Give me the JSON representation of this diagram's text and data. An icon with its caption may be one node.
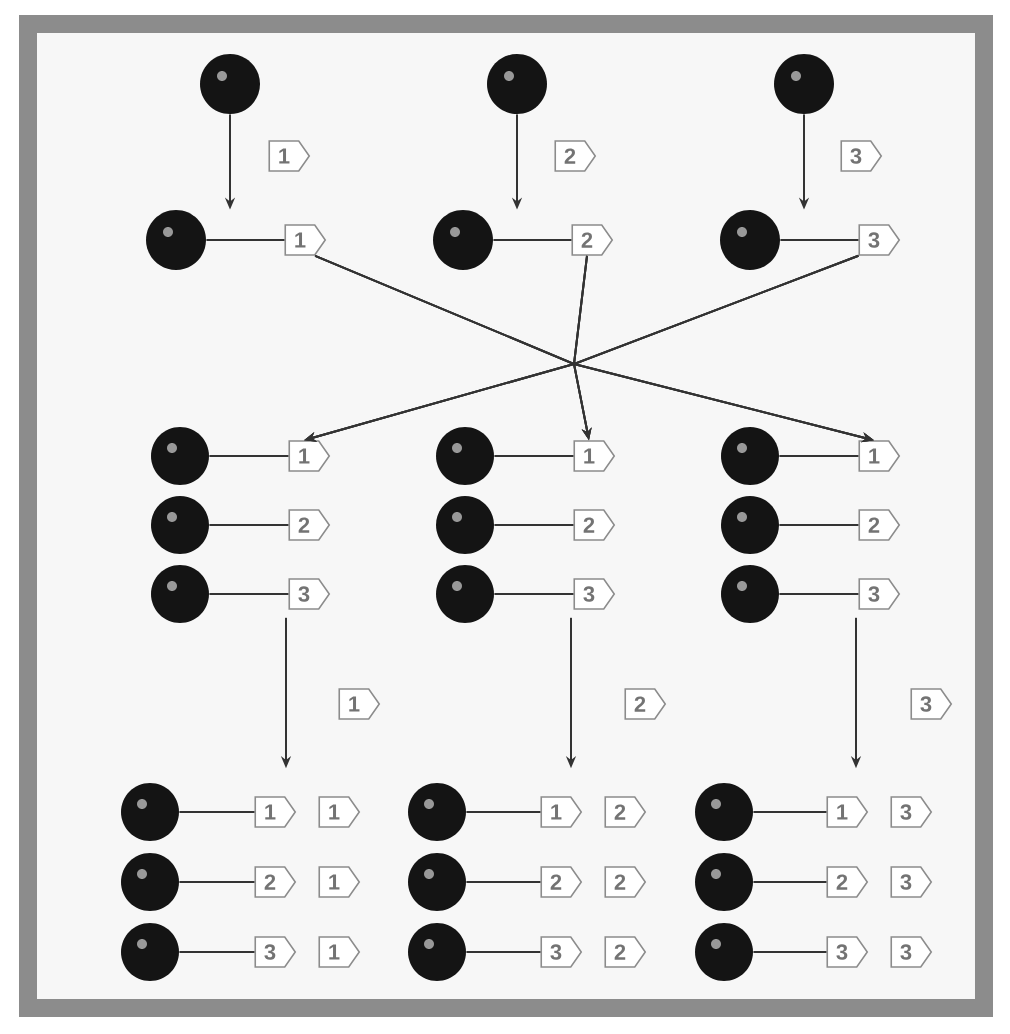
{
  "diagram": {
    "nodes": [
      {
        "text": [],
        "shape": "circle"
      },
      {
        "text": [],
        "shape": "circle"
      },
      {
        "text": [],
        "shape": "circle"
      },
      {
        "text": [],
        "shape": "circle"
      },
      {
        "text": [
          "1"
        ]
      },
      {
        "text": [],
        "shape": "circle"
      },
      {
        "text": [
          "2"
        ]
      },
      {
        "text": [],
        "shape": "circle"
      },
      {
        "text": [
          "3"
        ]
      },
      {
        "text": [],
        "shape": "circle"
      },
      {
        "text": [
          "1"
        ]
      },
      {
        "text": [],
        "shape": "circle"
      },
      {
        "text": [
          "1"
        ]
      },
      {
        "text": [],
        "shape": "circle"
      },
      {
        "text": [
          "1"
        ]
      },
      {
        "text": [],
        "shape": "circle"
      },
      {
        "text": [
          "2"
        ]
      },
      {
        "text": [],
        "shape": "circle"
      },
      {
        "text": [
          "2"
        ]
      },
      {
        "text": [],
        "shape": "circle"
      },
      {
        "text": [
          "2"
        ]
      },
      {
        "text": [],
        "shape": "circle"
      },
      {
        "text": [
          "3"
        ]
      },
      {
        "text": [],
        "shape": "circle"
      },
      {
        "text": [
          "3"
        ]
      },
      {
        "text": [],
        "shape": "circle"
      },
      {
        "text": [
          "3"
        ]
      },
      {
        "text": [],
        "shape": "circle"
      },
      {
        "text": [
          "1"
        ]
      },
      {
        "text": [
          "1"
        ]
      },
      {
        "text": [],
        "shape": "circle"
      },
      {
        "text": [
          "1"
        ]
      },
      {
        "text": [
          "2"
        ]
      },
      {
        "text": [],
        "shape": "circle"
      },
      {
        "text": [
          "1"
        ]
      },
      {
        "text": [
          "3"
        ]
      },
      {
        "text": [],
        "shape": "circle"
      },
      {
        "text": [
          "2"
        ]
      },
      {
        "text": [
          "1"
        ]
      },
      {
        "text": [],
        "shape": "circle"
      },
      {
        "text": [
          "2"
        ]
      },
      {
        "text": [
          "2"
        ]
      },
      {
        "text": [],
        "shape": "circle"
      },
      {
        "text": [
          "2"
        ]
      },
      {
        "text": [
          "3"
        ]
      },
      {
        "text": [],
        "shape": "circle"
      },
      {
        "text": [
          "3"
        ]
      },
      {
        "text": [
          "1"
        ]
      },
      {
        "text": [],
        "shape": "circle"
      },
      {
        "text": [
          "3"
        ]
      },
      {
        "text": [
          "2"
        ]
      },
      {
        "text": [],
        "shape": "circle"
      },
      {
        "text": [
          "3"
        ]
      },
      {
        "text": [
          "3"
        ]
      },
      {
        "text": [
          "1"
        ]
      },
      {
        "text": [
          "2"
        ]
      },
      {
        "text": [
          "3"
        ]
      },
      {
        "text": [
          "1"
        ]
      },
      {
        "text": [
          "2"
        ]
      },
      {
        "text": [
          "3"
        ]
      }
    ],
    "edges": [
      {
        "from": 0,
        "to": 3,
        "arrow": "to"
      },
      {
        "from": 1,
        "to": 5,
        "arrow": "to"
      },
      {
        "from": 2,
        "to": 7,
        "arrow": "to"
      },
      {
        "from": 3,
        "to": 4,
        "arrow": "none"
      },
      {
        "from": 5,
        "to": 6,
        "arrow": "none"
      },
      {
        "from": 7,
        "to": 8,
        "arrow": "none"
      },
      {
        "from": 4,
        "to": 10,
        "arrow": "to"
      },
      {
        "from": 4,
        "to": 12,
        "arrow": "to"
      },
      {
        "from": 4,
        "to": 14,
        "arrow": "to"
      },
      {
        "from": 6,
        "to": 10,
        "arrow": "to"
      },
      {
        "from": 6,
        "to": 12,
        "arrow": "to"
      },
      {
        "from": 6,
        "to": 14,
        "arrow": "to"
      },
      {
        "from": 8,
        "to": 10,
        "arrow": "to"
      },
      {
        "from": 8,
        "to": 12,
        "arrow": "to"
      },
      {
        "from": 8,
        "to": 14,
        "arrow": "to"
      },
      {
        "from": 9,
        "to": 10,
        "arrow": "none"
      },
      {
        "from": 11,
        "to": 12,
        "arrow": "none"
      },
      {
        "from": 13,
        "to": 14,
        "arrow": "none"
      },
      {
        "from": 15,
        "to": 16,
        "arrow": "none"
      },
      {
        "from": 17,
        "to": 18,
        "arrow": "none"
      },
      {
        "from": 19,
        "to": 20,
        "arrow": "none"
      },
      {
        "from": 21,
        "to": 22,
        "arrow": "none"
      },
      {
        "from": 23,
        "to": 24,
        "arrow": "none"
      },
      {
        "from": 25,
        "to": 26,
        "arrow": "none"
      },
      {
        "from": 22,
        "to": 28,
        "arrow": "to"
      },
      {
        "from": 24,
        "to": 31,
        "arrow": "to"
      },
      {
        "from": 26,
        "to": 34,
        "arrow": "to"
      },
      {
        "from": 27,
        "to": 28,
        "arrow": "none"
      },
      {
        "from": 30,
        "to": 31,
        "arrow": "none"
      },
      {
        "from": 33,
        "to": 34,
        "arrow": "none"
      },
      {
        "from": 36,
        "to": 37,
        "arrow": "none"
      },
      {
        "from": 39,
        "to": 40,
        "arrow": "none"
      },
      {
        "from": 42,
        "to": 43,
        "arrow": "none"
      },
      {
        "from": 45,
        "to": 46,
        "arrow": "none"
      },
      {
        "from": 48,
        "to": 49,
        "arrow": "none"
      },
      {
        "from": 51,
        "to": 52,
        "arrow": "none"
      }
    ]
  }
}
